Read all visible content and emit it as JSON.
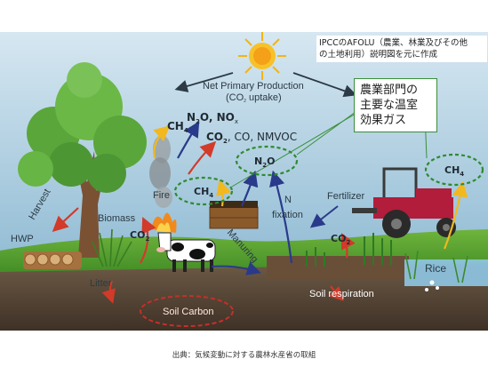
{
  "note": {
    "line1": "IPCCのAFOLU（農業、林業及びその他",
    "line2": "の土地利用）説明図を元に作成"
  },
  "callout": {
    "line1": "農業部門の",
    "line2": "主要な温室",
    "line3": "効果ガス"
  },
  "labels": {
    "net_primary": "Net Primary Production",
    "co2_uptake": "(CO",
    "co2_uptake_sub": "2",
    "co2_uptake_end": " uptake)",
    "ch4_top": "CH",
    "ch4_sub": "4",
    "n2o_top": "N",
    "n2o_sub": "2",
    "n2o_end": "O, NO",
    "nox_sub": "x",
    "co2_line": "CO",
    "co2_line_sub": "2",
    "co2_line_end": ", CO, NMVOC",
    "fire": "Fire",
    "ch4_circle": "CH",
    "ch4_circle_sub": "4",
    "n2o_circle": "N",
    "n2o_circle_sub": "2",
    "n2o_circle_end": "O",
    "ch4_right": "CH",
    "ch4_right_sub": "4",
    "harvest": "Harvest",
    "biomass": "Biomass",
    "co2_biomass": "CO",
    "co2_biomass_sub": "2",
    "hwp": "HWP",
    "litter": "Litter",
    "manuring": "Manuring",
    "n_fixation_1": "N",
    "n_fixation_2": "fixation",
    "fertilizer": "Fertilizer",
    "co2_soil": "CO",
    "co2_soil_sub": "2",
    "rice": "Rice",
    "soil_respiration": "Soil respiration",
    "soil_carbon": "Soil Carbon"
  },
  "source": "出典：気候変動に対する農林水産省の取組",
  "colors": {
    "sky": "#9fc4dc",
    "grass": "#4f9a2c",
    "soil": "#5b4a3a",
    "callout_border": "#3a8f3a",
    "red_arrow": "#d23a2a",
    "blue_arrow": "#2a3a8a",
    "yellow_arrow": "#f2b820",
    "dashed_circle": "#2f8a2f"
  }
}
